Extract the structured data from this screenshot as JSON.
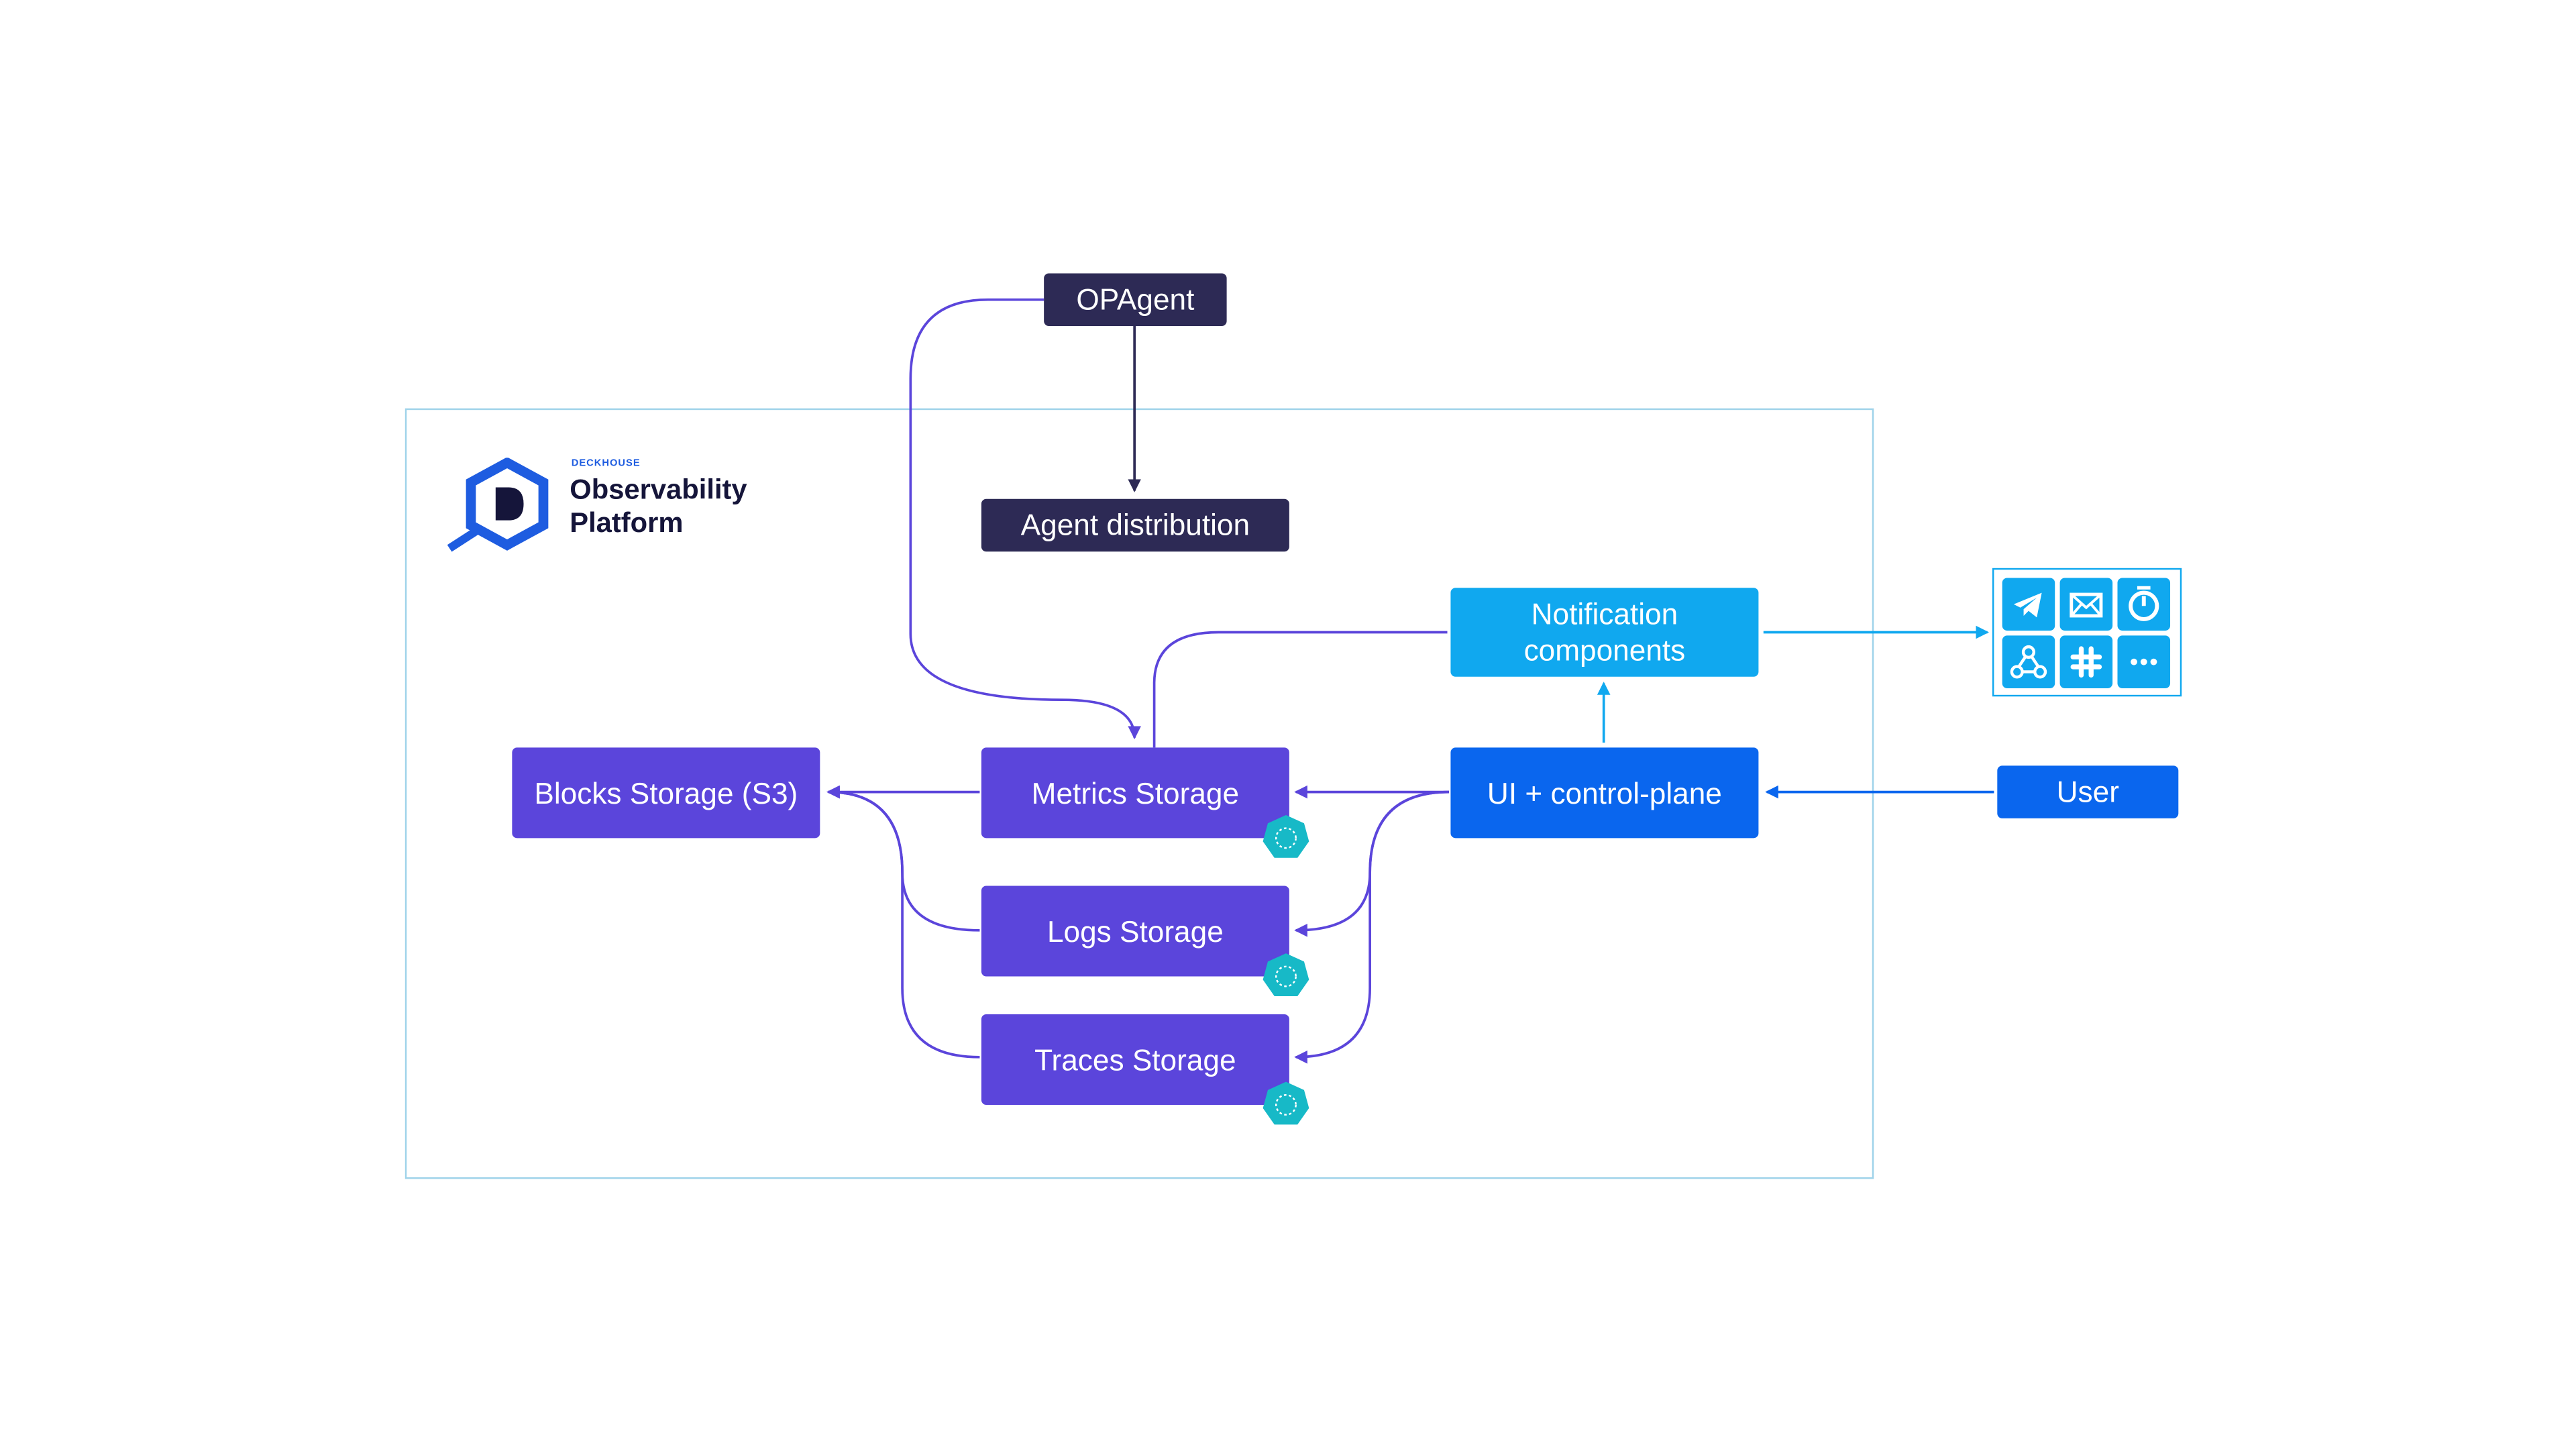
{
  "brand": {
    "small_label": "DECKHOUSE",
    "line1": "Observability",
    "line2": "Platform",
    "logo_letter": "D"
  },
  "nodes": {
    "opagent": "OPAgent",
    "agent_distribution": "Agent distribution",
    "notification_line1": "Notification",
    "notification_line2": "components",
    "ui_control_plane": "UI + control-plane",
    "user": "User",
    "metrics_storage": "Metrics Storage",
    "logs_storage": "Logs Storage",
    "traces_storage": "Traces Storage",
    "blocks_storage": "Blocks Storage (S3)"
  },
  "notification_channels": [
    "telegram-icon",
    "mail-icon",
    "alarm-icon",
    "webhook-icon",
    "slack-icon",
    "more-icon"
  ],
  "colors": {
    "dark_node": "#2d2a55",
    "storage_node": "#5b45db",
    "ui_node": "#0a66ee",
    "notification_node": "#10a8ef",
    "frame_border": "#9fd3ea",
    "purple_wire": "#5b45db",
    "blue_wire": "#0a66ee",
    "cyan_wire": "#10a8ef",
    "k8s_badge": "#17b9c7"
  }
}
